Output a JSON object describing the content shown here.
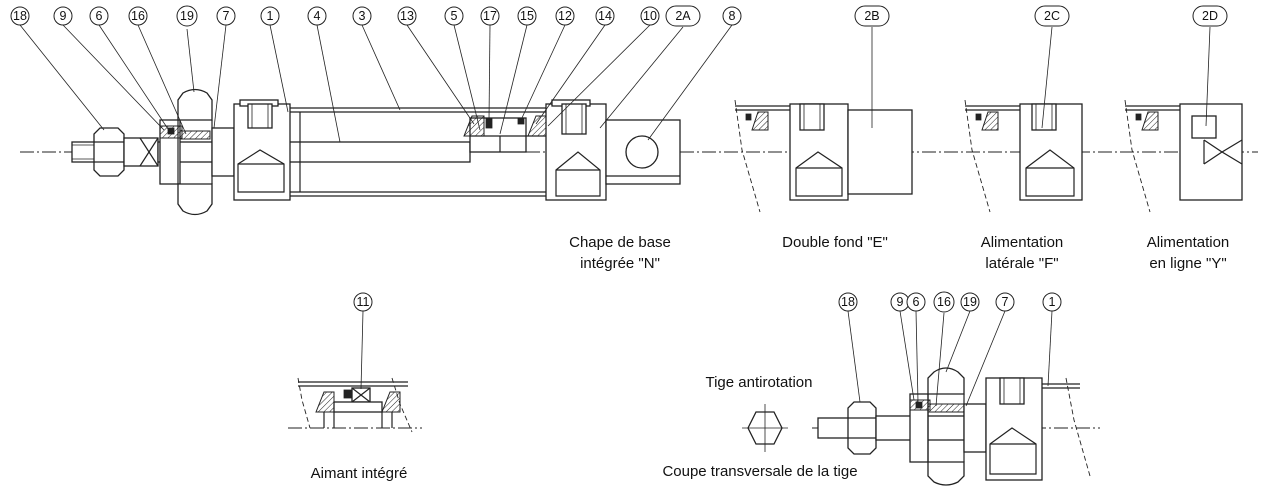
{
  "captions": {
    "chape": [
      "Chape de base",
      "intégrée \"N\""
    ],
    "double_fond": "Double fond \"E\"",
    "laterale": [
      "Alimentation",
      "latérale \"F\""
    ],
    "en_ligne": [
      "Alimentation",
      "en ligne \"Y\""
    ],
    "aimant": "Aimant intégré",
    "tige_antirotation": "Tige antirotation",
    "coupe": "Coupe transversale de la tige"
  },
  "callouts": {
    "main": [
      "18",
      "9",
      "6",
      "16",
      "19",
      "7",
      "1",
      "4",
      "3",
      "13",
      "5",
      "17",
      "15",
      "12",
      "14",
      "10",
      "2A",
      "8"
    ],
    "variants": [
      "2B",
      "2C",
      "2D"
    ],
    "magnet": "11",
    "antirotation": [
      "18",
      "9",
      "6",
      "16",
      "19",
      "7",
      "1"
    ]
  }
}
